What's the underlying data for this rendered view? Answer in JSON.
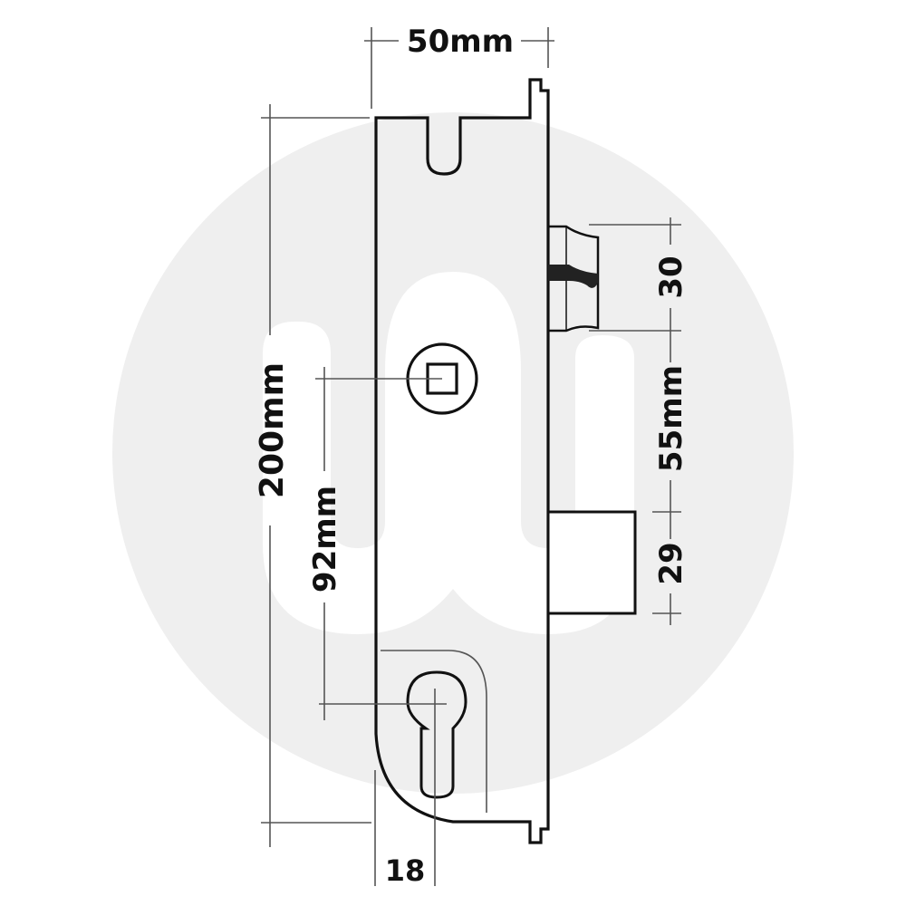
{
  "diagram": {
    "subject": "Multipoint lock gearbox case",
    "colors": {
      "background": "#ffffff",
      "watermark": "#efefef",
      "outline": "#111111",
      "dimension_line": "#555555"
    },
    "dimensions": {
      "width": "50mm",
      "height": "200mm",
      "centres": "92mm",
      "latch": "30",
      "latch_to_deadbolt": "55mm",
      "deadbolt": "29",
      "backset": "18"
    }
  }
}
